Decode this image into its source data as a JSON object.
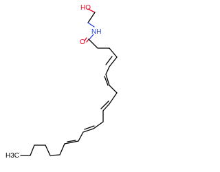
{
  "molecule": {
    "atoms": {
      "hydroxyl": "HO",
      "amide_nitrogen": "NH",
      "carbonyl_oxygen": "O",
      "terminal_group": "H3C"
    },
    "colors": {
      "oxygen": "#e8001c",
      "nitrogen": "#1f3fd6",
      "carbon": "#000000",
      "background": "#ffffff"
    }
  }
}
